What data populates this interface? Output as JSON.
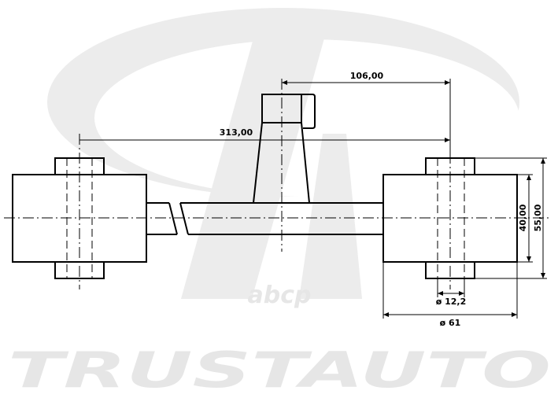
{
  "watermark": {
    "brand": "TRUSTAUTO",
    "sub": "аbср"
  },
  "dimensions": {
    "offset": "106,00",
    "length": "313,00",
    "bushing_width": "40,00",
    "overall_width": "55,00",
    "bore_diameter": "ø 12,2",
    "outer_diameter": "ø 61"
  }
}
